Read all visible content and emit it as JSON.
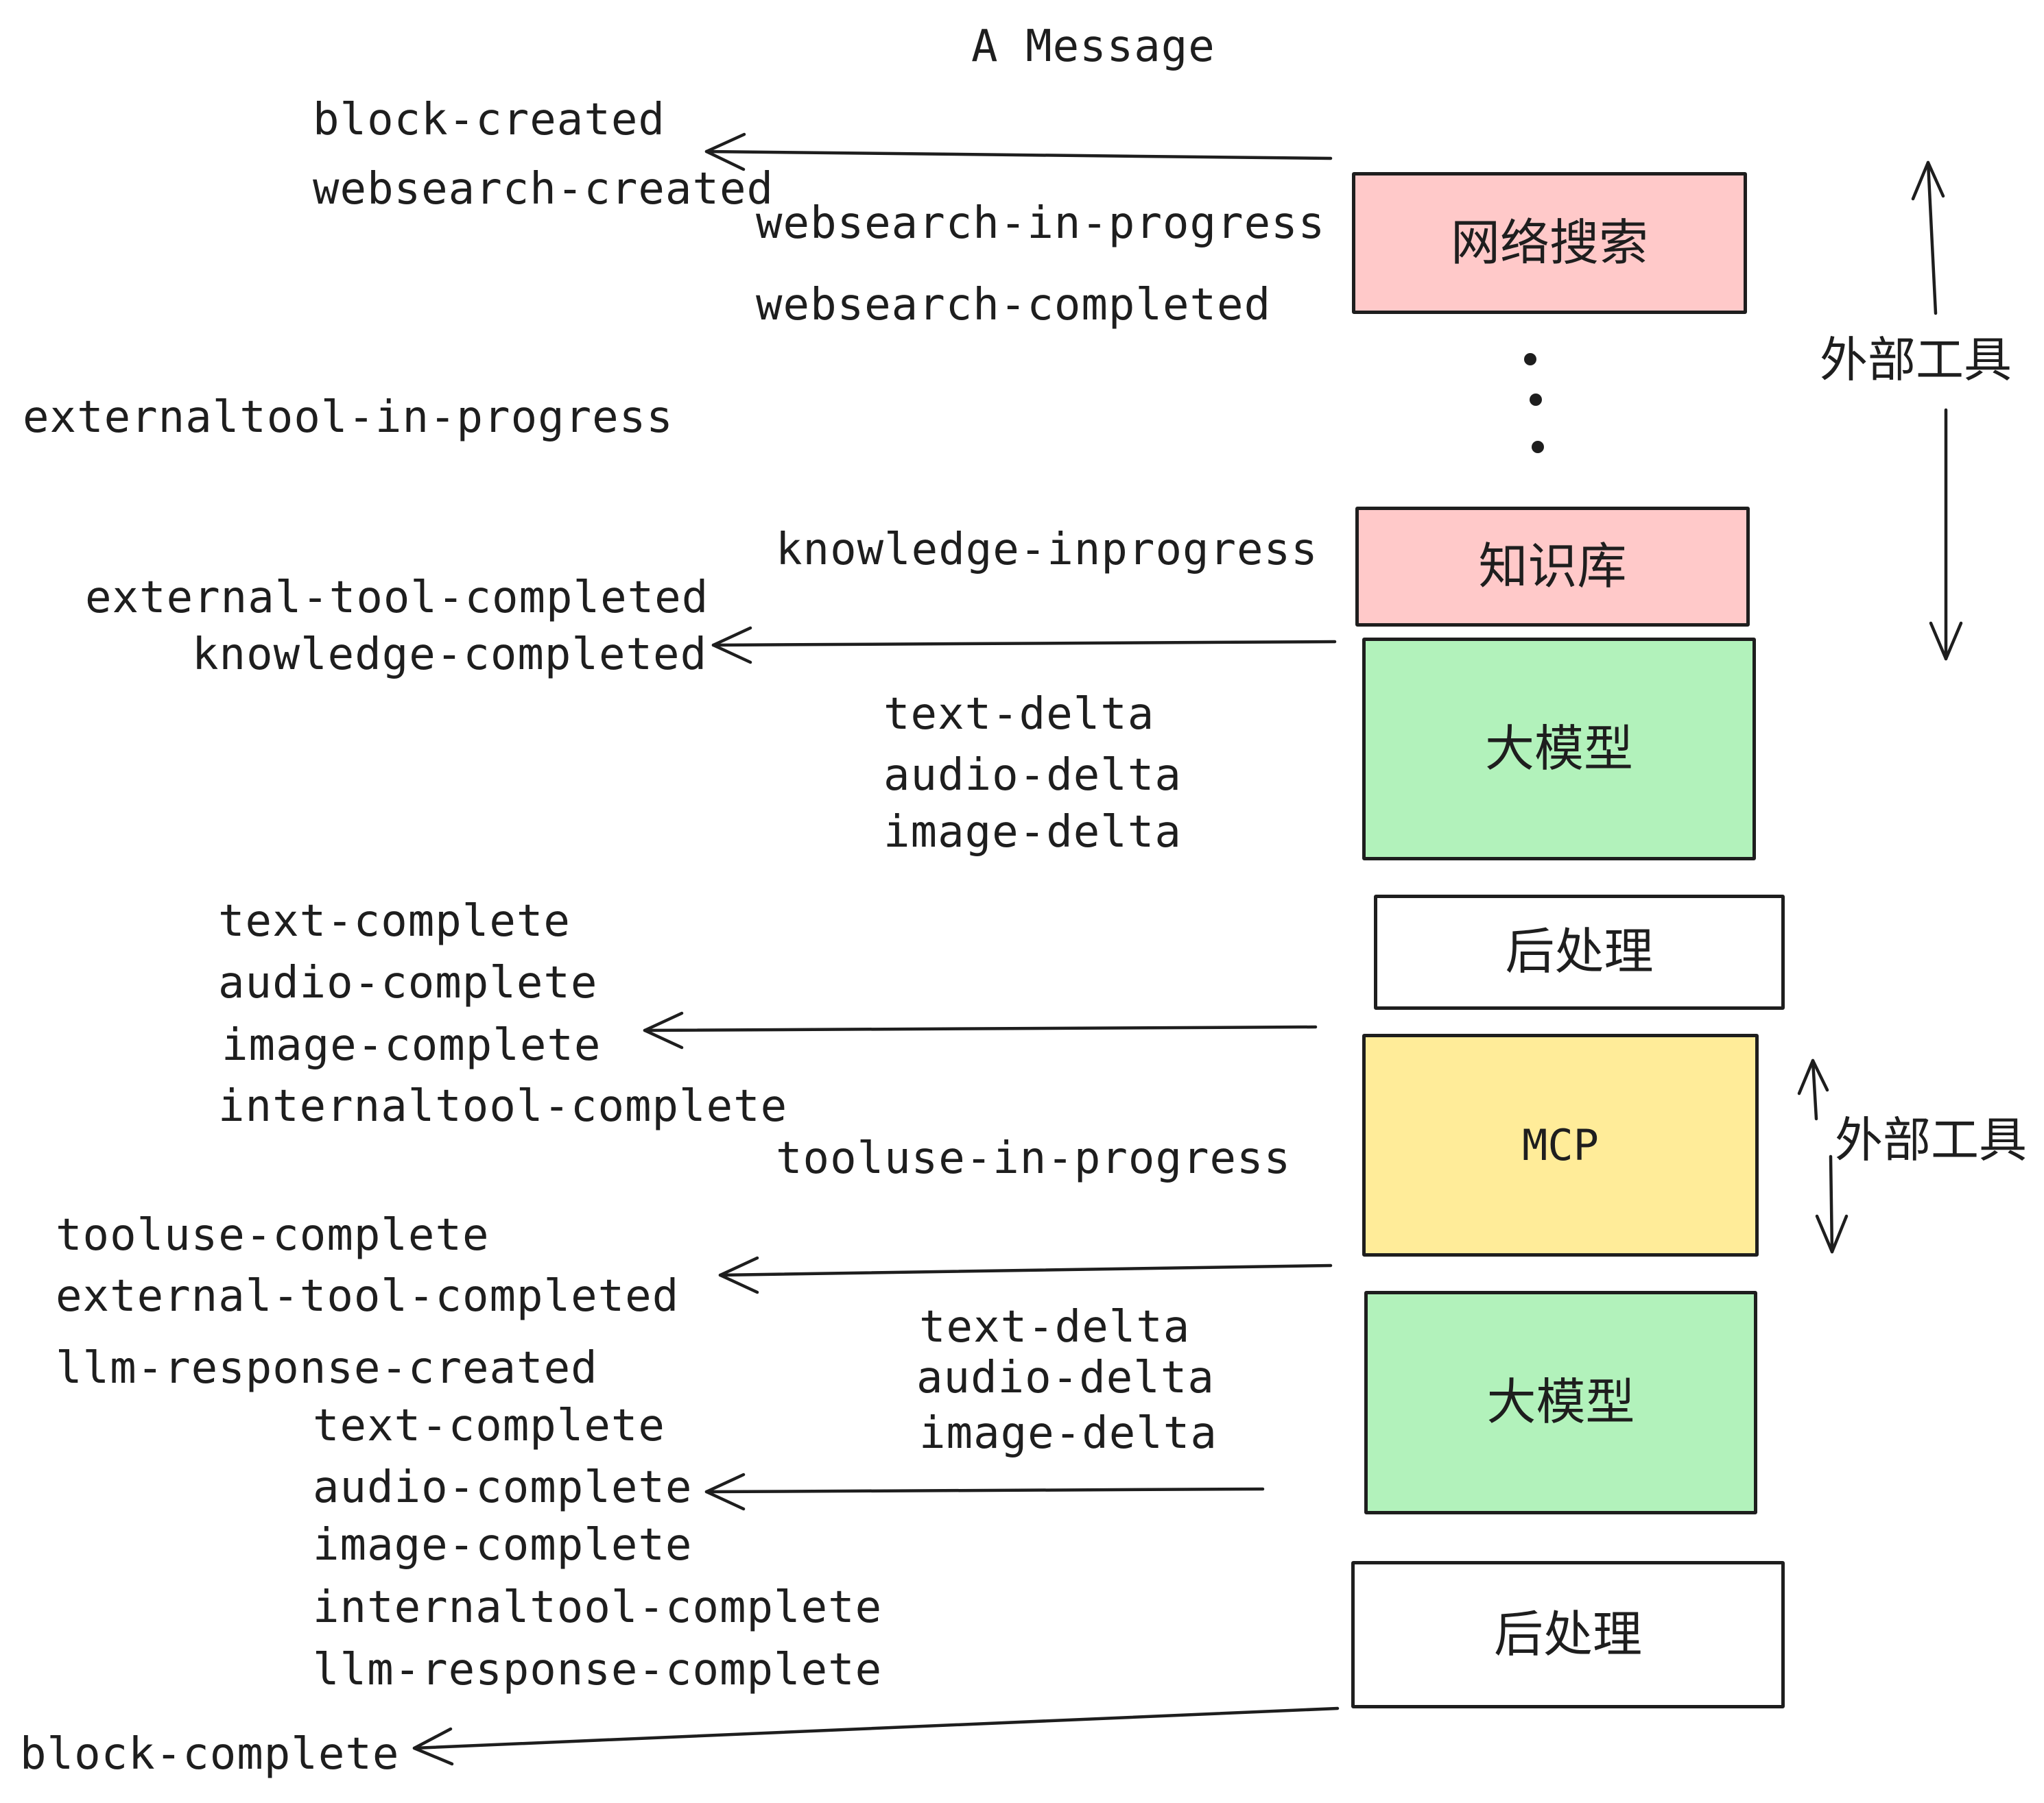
{
  "title": "A Message",
  "colors": {
    "pink": "#ffc9c9",
    "green": "#b2f2bb",
    "yellow": "#ffec99",
    "white": "#ffffff",
    "ink": "#1e1e1e"
  },
  "boxes": [
    {
      "label": "网络搜索",
      "fill": "pink"
    },
    {
      "label": "知识库",
      "fill": "pink"
    },
    {
      "label": "大模型",
      "fill": "green"
    },
    {
      "label": "后处理",
      "fill": "white"
    },
    {
      "label": "MCP",
      "fill": "yellow"
    },
    {
      "label": "大模型",
      "fill": "green"
    },
    {
      "label": "后处理",
      "fill": "white"
    }
  ],
  "side_labels": [
    {
      "text": "外部工具"
    },
    {
      "text": "外部工具"
    }
  ],
  "events": [
    {
      "text": "block-created"
    },
    {
      "text": "websearch-created"
    },
    {
      "text": "websearch-in-progress"
    },
    {
      "text": "websearch-completed"
    },
    {
      "text": "externaltool-in-progress"
    },
    {
      "text": "knowledge-inprogress"
    },
    {
      "text": "external-tool-completed"
    },
    {
      "text": "knowledge-completed"
    },
    {
      "text": "text-delta"
    },
    {
      "text": "audio-delta"
    },
    {
      "text": "image-delta"
    },
    {
      "text": "text-complete"
    },
    {
      "text": "audio-complete"
    },
    {
      "text": "image-complete"
    },
    {
      "text": "internaltool-complete"
    },
    {
      "text": "tooluse-in-progress"
    },
    {
      "text": "tooluse-complete"
    },
    {
      "text": "external-tool-completed"
    },
    {
      "text": "llm-response-created"
    },
    {
      "text": "text-delta"
    },
    {
      "text": "audio-delta"
    },
    {
      "text": "image-delta"
    },
    {
      "text": "text-complete"
    },
    {
      "text": "audio-complete"
    },
    {
      "text": "image-complete"
    },
    {
      "text": "internaltool-complete"
    },
    {
      "text": "llm-response-complete"
    },
    {
      "text": "block-complete"
    }
  ]
}
